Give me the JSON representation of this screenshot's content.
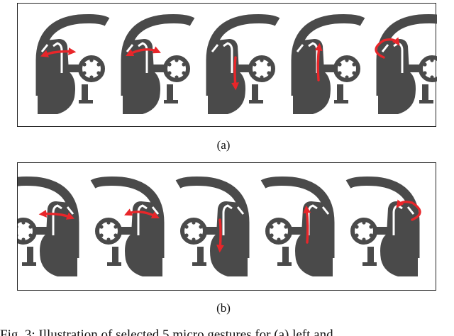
{
  "figure": {
    "panels": [
      {
        "label": "(a)",
        "hand": "left",
        "gestures": [
          {
            "icon": "swipe-right-arrow-icon"
          },
          {
            "icon": "swipe-left-arrow-icon"
          },
          {
            "icon": "swipe-down-arrow-icon"
          },
          {
            "icon": "swipe-up-arrow-icon"
          },
          {
            "icon": "tap-loop-arrow-icon"
          }
        ]
      },
      {
        "label": "(b)",
        "hand": "right",
        "gestures": [
          {
            "icon": "swipe-right-arrow-icon"
          },
          {
            "icon": "swipe-left-arrow-icon"
          },
          {
            "icon": "swipe-down-arrow-icon"
          },
          {
            "icon": "swipe-up-arrow-icon"
          },
          {
            "icon": "tap-loop-arrow-icon"
          }
        ]
      }
    ],
    "caption": "Fig. 3: Illustration of selected 5 micro gestures for (a) left and",
    "colors": {
      "hand": "#4a4a4a",
      "wheel": "#4a4a4a",
      "arrow": "#e8262a",
      "border": "#222222"
    }
  }
}
